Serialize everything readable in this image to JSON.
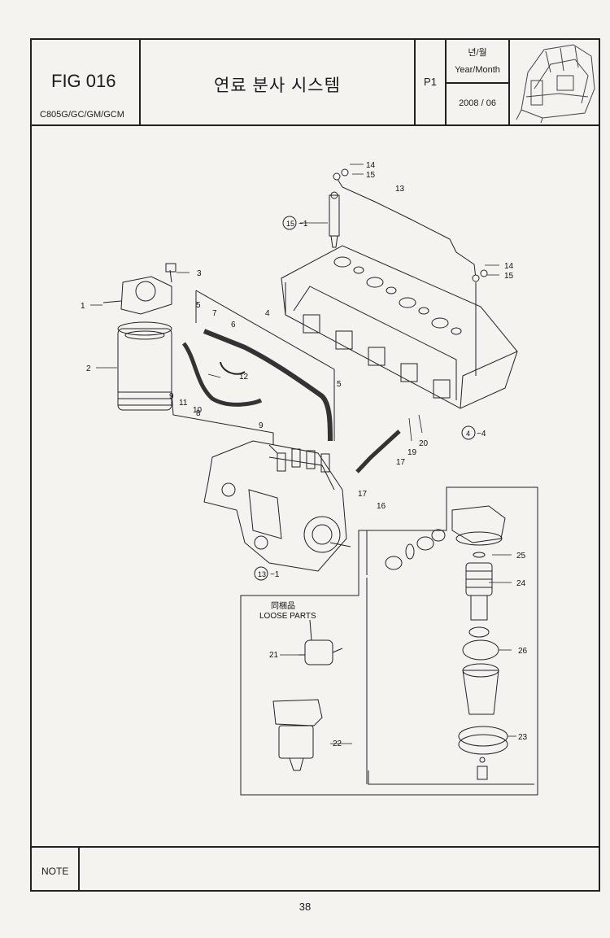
{
  "header": {
    "fig_no": "FIG 016",
    "model": "C805G/GC/GM/GCM",
    "title": "연료 분사 시스템",
    "page_code": "P1",
    "year_month_ko": "년/월",
    "year_month_en": "Year/Month",
    "date": "2008 / 06"
  },
  "diagram": {
    "loose_parts_cn": "同梱品",
    "loose_parts_en": "LOOSE PARTS",
    "callouts": [
      "1",
      "2",
      "3",
      "4",
      "5",
      "6",
      "7",
      "8",
      "9",
      "10",
      "11",
      "12",
      "13",
      "14",
      "15",
      "16",
      "17",
      "19",
      "20",
      "21",
      "22",
      "23",
      "24",
      "25",
      "26"
    ],
    "circled": {
      "c15": "15",
      "c15_suffix": "−1",
      "c13": "13",
      "c13_suffix": "−1",
      "c4": "4",
      "c4_suffix": "−4"
    }
  },
  "footer": {
    "note_label": "NOTE",
    "page_number": "38"
  }
}
